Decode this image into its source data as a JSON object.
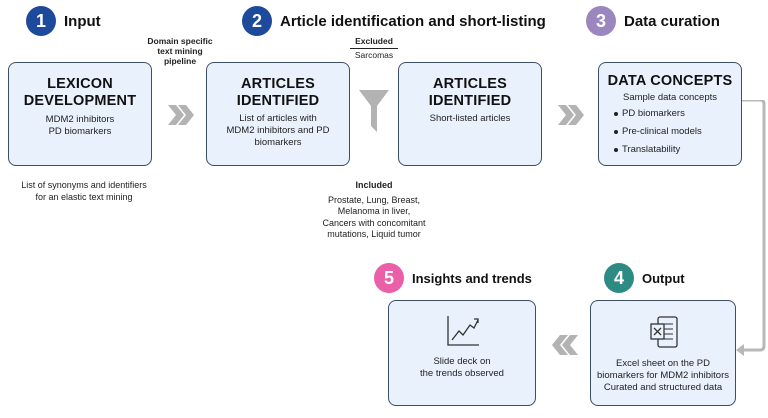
{
  "steps": [
    {
      "number": "1",
      "title": "Input",
      "color": "#1e4a9b"
    },
    {
      "number": "2",
      "title": "Article identification and short-listing",
      "color": "#1e4a9b"
    },
    {
      "number": "3",
      "title": "Data curation",
      "color": "#9b86bf"
    },
    {
      "number": "4",
      "title": "Output",
      "color": "#2e8b84"
    },
    {
      "number": "5",
      "title": "Insights and trends",
      "color": "#ea5fa8"
    }
  ],
  "lexicon": {
    "title_line1": "LEXICON",
    "title_line2": "DEVELOPMENT",
    "line1": "MDM2 inhibitors",
    "line2": "PD biomarkers",
    "note_line1": "List of synonyms and identifiers",
    "note_line2": "for an elastic text mining"
  },
  "pipeline_label": {
    "line1": "Domain specific",
    "line2": "text mining",
    "line3": "pipeline"
  },
  "articles_identified": {
    "title_line1": "ARTICLES",
    "title_line2": "IDENTIFIED",
    "line1": "List of articles with",
    "line2": "MDM2 inhibitors and PD",
    "line3": "biomarkers"
  },
  "filter": {
    "excluded_label": "Excluded",
    "excluded_value": "Sarcomas",
    "included_label": "Included",
    "included_lines": [
      "Prostate, Lung, Breast,",
      "Melanoma in liver,",
      "Cancers with concomitant",
      "mutations, Liquid tumor"
    ]
  },
  "articles_shortlisted": {
    "title_line1": "ARTICLES",
    "title_line2": "IDENTIFIED",
    "line1": "Short-listed articles"
  },
  "data_concepts": {
    "title": "DATA CONCEPTS",
    "subtitle": "Sample data concepts",
    "items": [
      "PD biomarkers",
      "Pre-clinical models",
      "Translatability"
    ]
  },
  "output": {
    "line1": "Excel sheet on the PD",
    "line2": "biomarkers for MDM2 inhibitors",
    "line3": "Curated and structured data",
    "icon": "excel-icon"
  },
  "insights": {
    "line1": "Slide deck on",
    "line2": "the trends observed",
    "icon": "trend-chart-icon"
  },
  "colors": {
    "box_fill": "#e8f1fc",
    "box_border": "#3d4f66",
    "chevron": "#b3b3b3",
    "connector": "#b8b8b8"
  }
}
